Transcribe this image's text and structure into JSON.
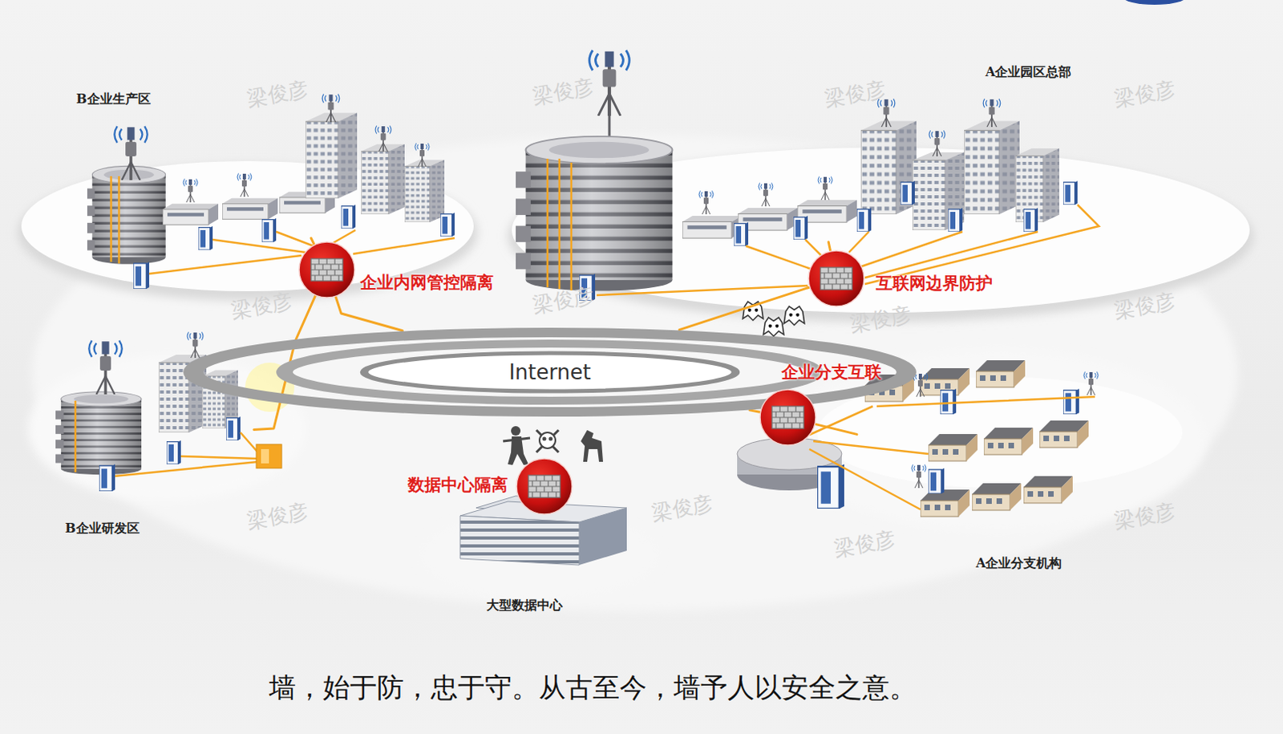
{
  "diagram": {
    "caption": "墙，始于防，忠于守。从古至今，墙予人以安全之意。",
    "nodes": [
      {
        "text": [
          "B企业生产区"
        ]
      },
      {
        "text": [
          "A企业园区总部"
        ]
      },
      {
        "text": [
          "企业内网管控隔离"
        ]
      },
      {
        "text": [
          "互联网边界防护"
        ]
      },
      {
        "text": [
          "Internet"
        ]
      },
      {
        "text": [
          "企业分支互联"
        ]
      },
      {
        "text": [
          "B企业研发区"
        ]
      },
      {
        "text": [
          "数据中心隔离"
        ]
      },
      {
        "text": [
          "A企业分支机构"
        ]
      },
      {
        "text": [
          "大型数据中心"
        ]
      }
    ],
    "edges": [
      {
        "from": 2,
        "to": 0,
        "arrow": "none"
      },
      {
        "from": 2,
        "to": 4,
        "arrow": "none"
      },
      {
        "from": 2,
        "to": 6,
        "arrow": "none"
      },
      {
        "from": 3,
        "to": 1,
        "arrow": "none"
      },
      {
        "from": 3,
        "to": 4,
        "arrow": "none"
      },
      {
        "from": 5,
        "to": 4,
        "arrow": "none"
      },
      {
        "from": 5,
        "to": 8,
        "arrow": "none"
      }
    ],
    "labels": [
      "梁俊彦",
      "梁俊彦",
      "梁俊彦",
      "梁俊彦",
      "梁俊彦",
      "梁俊彦",
      "梁俊彦",
      "梁俊彦",
      "梁俊彦",
      "梁俊彦",
      "梁俊彦",
      "梁俊彦"
    ]
  }
}
